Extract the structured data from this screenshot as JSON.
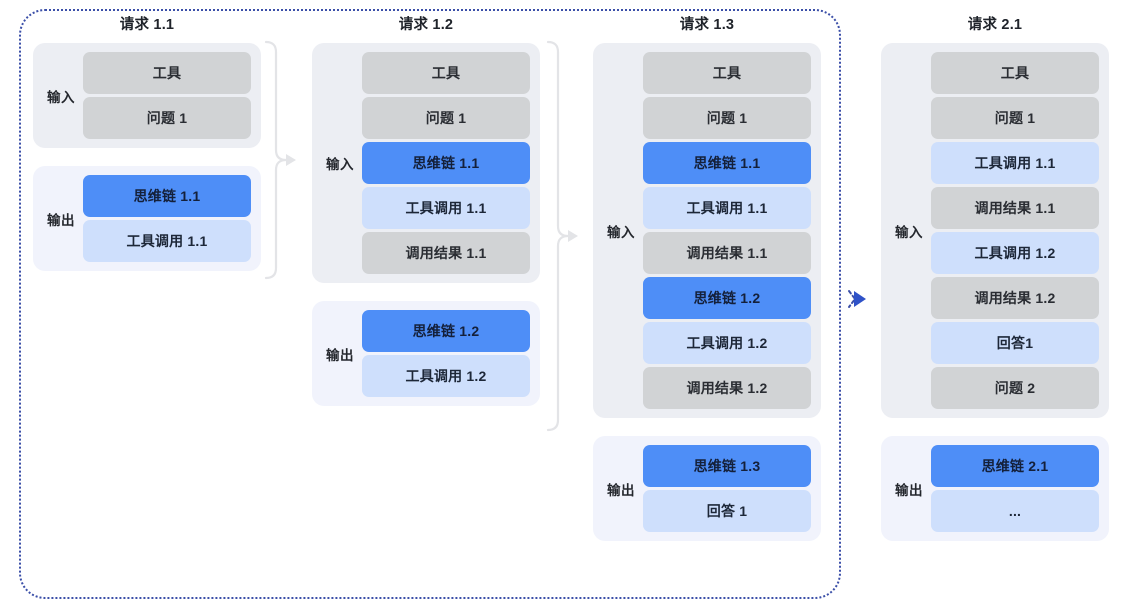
{
  "diagram": {
    "title_prefix": "请求",
    "labels": {
      "input": "输入",
      "output": "输出"
    },
    "colors": {
      "loop_border": "#3b4fa8",
      "arrow_blue": "#2f52c8",
      "bracket_gray": "#e2e3e6",
      "chip_gray": "#d1d3d5",
      "chip_blue": "#4e8ef7",
      "chip_light_blue": "#cedffc",
      "input_bg": "#eceef3",
      "output_bg": "#f1f3fc",
      "page_bg": "#ffffff"
    }
  },
  "columns": [
    {
      "id": "req-1-1",
      "title": "请求 1.1",
      "input": {
        "label": "输入",
        "items": [
          {
            "text": "工具",
            "style": "gray"
          },
          {
            "text": "问题 1",
            "style": "gray"
          }
        ]
      },
      "output": {
        "label": "输出",
        "items": [
          {
            "text": "思维链 1.1",
            "style": "blue"
          },
          {
            "text": "工具调用 1.1",
            "style": "lblue"
          }
        ]
      }
    },
    {
      "id": "req-1-2",
      "title": "请求 1.2",
      "input": {
        "label": "输入",
        "items": [
          {
            "text": "工具",
            "style": "gray"
          },
          {
            "text": "问题 1",
            "style": "gray"
          },
          {
            "text": "思维链 1.1",
            "style": "blue"
          },
          {
            "text": "工具调用 1.1",
            "style": "lblue"
          },
          {
            "text": "调用结果 1.1",
            "style": "gray"
          }
        ]
      },
      "output": {
        "label": "输出",
        "items": [
          {
            "text": "思维链 1.2",
            "style": "blue"
          },
          {
            "text": "工具调用 1.2",
            "style": "lblue"
          }
        ]
      }
    },
    {
      "id": "req-1-3",
      "title": "请求 1.3",
      "input": {
        "label": "输入",
        "items": [
          {
            "text": "工具",
            "style": "gray"
          },
          {
            "text": "问题 1",
            "style": "gray"
          },
          {
            "text": "思维链 1.1",
            "style": "blue"
          },
          {
            "text": "工具调用 1.1",
            "style": "lblue"
          },
          {
            "text": "调用结果 1.1",
            "style": "gray"
          },
          {
            "text": "思维链 1.2",
            "style": "blue"
          },
          {
            "text": "工具调用 1.2",
            "style": "lblue"
          },
          {
            "text": "调用结果 1.2",
            "style": "gray"
          }
        ]
      },
      "output": {
        "label": "输出",
        "items": [
          {
            "text": "思维链 1.3",
            "style": "blue"
          },
          {
            "text": "回答 1",
            "style": "lblue"
          }
        ]
      }
    },
    {
      "id": "req-2-1",
      "title": "请求 2.1",
      "input": {
        "label": "输入",
        "items": [
          {
            "text": "工具",
            "style": "gray"
          },
          {
            "text": "问题 1",
            "style": "gray"
          },
          {
            "text": "工具调用 1.1",
            "style": "lblue"
          },
          {
            "text": "调用结果 1.1",
            "style": "gray"
          },
          {
            "text": "工具调用 1.2",
            "style": "lblue"
          },
          {
            "text": "调用结果 1.2",
            "style": "gray"
          },
          {
            "text": "回答1",
            "style": "lblue"
          },
          {
            "text": "问题 2",
            "style": "gray"
          }
        ]
      },
      "output": {
        "label": "输出",
        "items": [
          {
            "text": "思维链 2.1",
            "style": "blue"
          },
          {
            "text": "...",
            "style": "lblue"
          }
        ]
      }
    }
  ],
  "connectors": [
    {
      "id": "bracket-1-to-2",
      "kind": "bracket",
      "from": "req-1-1",
      "to": "req-1-2"
    },
    {
      "id": "bracket-2-to-3",
      "kind": "bracket",
      "from": "req-1-2",
      "to": "req-1-3"
    },
    {
      "id": "loop-arrow-3-to-2-1",
      "kind": "dotted-loop-arrow",
      "from": "req-1-3",
      "to": "req-2-1"
    }
  ]
}
